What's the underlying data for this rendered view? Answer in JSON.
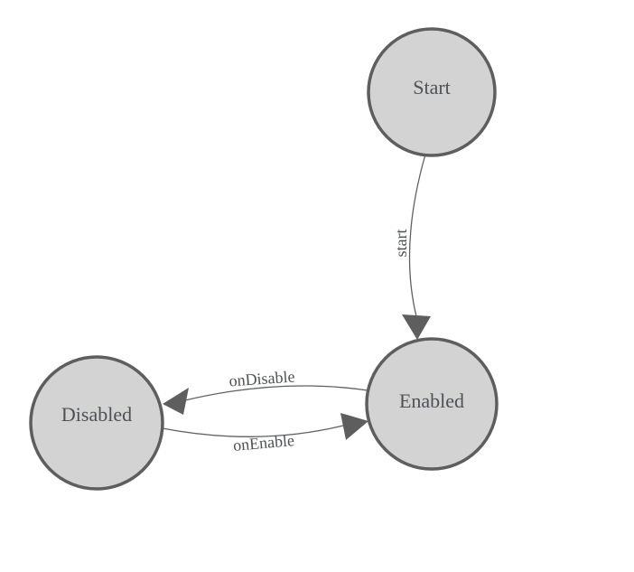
{
  "diagram": {
    "type": "state-machine",
    "colors": {
      "background": "#ffffff",
      "node_fill": "#d3d3d3",
      "node_border": "#5e5e5e",
      "edge_line": "#606060",
      "arrow_fill": "#5e5e5e",
      "label_text": "#4e5256"
    },
    "nodes": [
      {
        "id": "start",
        "label": "Start"
      },
      {
        "id": "enabled",
        "label": "Enabled"
      },
      {
        "id": "disabled",
        "label": "Disabled"
      }
    ],
    "edges": [
      {
        "from": "Start",
        "to": "Enabled",
        "label": "start"
      },
      {
        "from": "Enabled",
        "to": "Disabled",
        "label": "onDisable"
      },
      {
        "from": "Disabled",
        "to": "Enabled",
        "label": "onEnable"
      }
    ]
  }
}
